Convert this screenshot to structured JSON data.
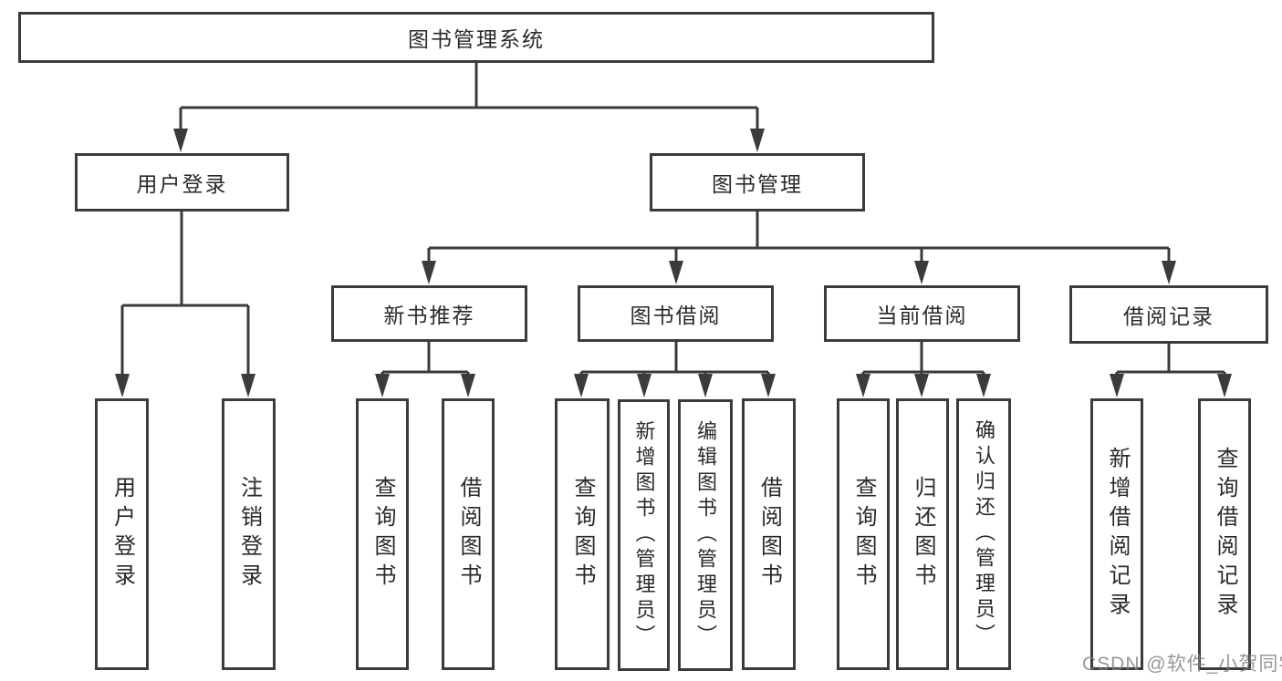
{
  "colors": {
    "line": "#3b3b3b",
    "box_border": "#3b3b3b",
    "text": "#2a2a2a",
    "background": "#ffffff",
    "watermark": "#808080"
  },
  "watermark": "CSDN @软件_小贺同学",
  "tree": {
    "root": {
      "label": "图书管理系统"
    },
    "branches": [
      {
        "label": "用户登录",
        "children": [
          {
            "label": "用户登录"
          },
          {
            "label": "注销登录"
          }
        ]
      },
      {
        "label": "图书管理",
        "children": [
          {
            "label": "新书推荐",
            "children": [
              {
                "label": "查询图书"
              },
              {
                "label": "借阅图书"
              }
            ]
          },
          {
            "label": "图书借阅",
            "children": [
              {
                "label": "查询图书"
              },
              {
                "label": "新增图书（管理员）"
              },
              {
                "label": "编辑图书（管理员）"
              },
              {
                "label": "借阅图书"
              }
            ]
          },
          {
            "label": "当前借阅",
            "children": [
              {
                "label": "查询图书"
              },
              {
                "label": "归还图书"
              },
              {
                "label": "确认归还（管理员）"
              }
            ]
          },
          {
            "label": "借阅记录",
            "children": [
              {
                "label": "新增借阅记录"
              },
              {
                "label": "查询借阅记录"
              }
            ]
          }
        ]
      }
    ]
  }
}
